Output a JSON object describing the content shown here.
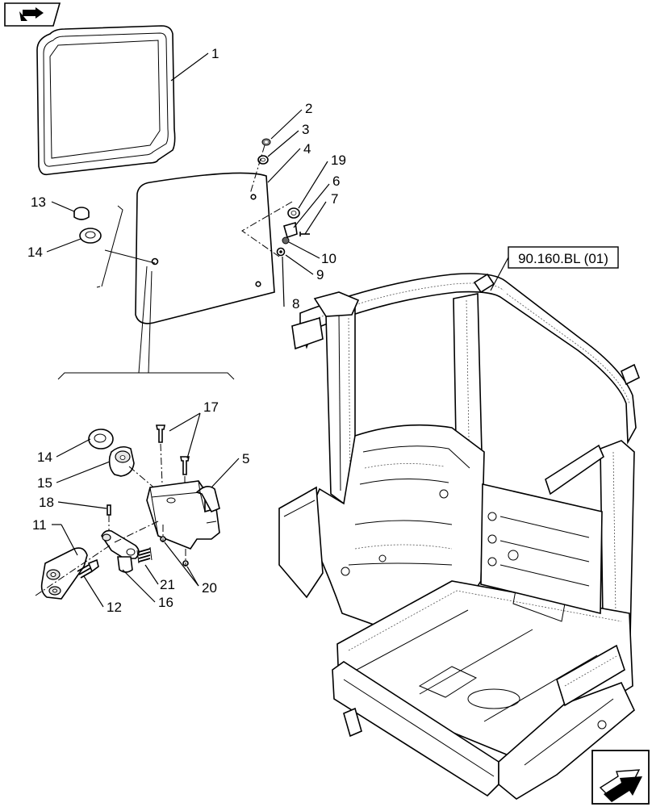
{
  "nav": {
    "top_icon": "book-arrow-icon",
    "bottom_icon": "next-page-arrow-icon"
  },
  "reference": {
    "label": "90.160.BL (01)"
  },
  "callouts": {
    "c1": "1",
    "c2": "2",
    "c3": "3",
    "c4": "4",
    "c5": "5",
    "c6": "6",
    "c7": "7",
    "c8": "8",
    "c9": "9",
    "c10": "10",
    "c11": "11",
    "c12": "12",
    "c13": "13",
    "c14a": "14",
    "c14b": "14",
    "c15": "15",
    "c16": "16",
    "c17": "17",
    "c18": "18",
    "c19": "19",
    "c20": "20",
    "c21": "21"
  }
}
